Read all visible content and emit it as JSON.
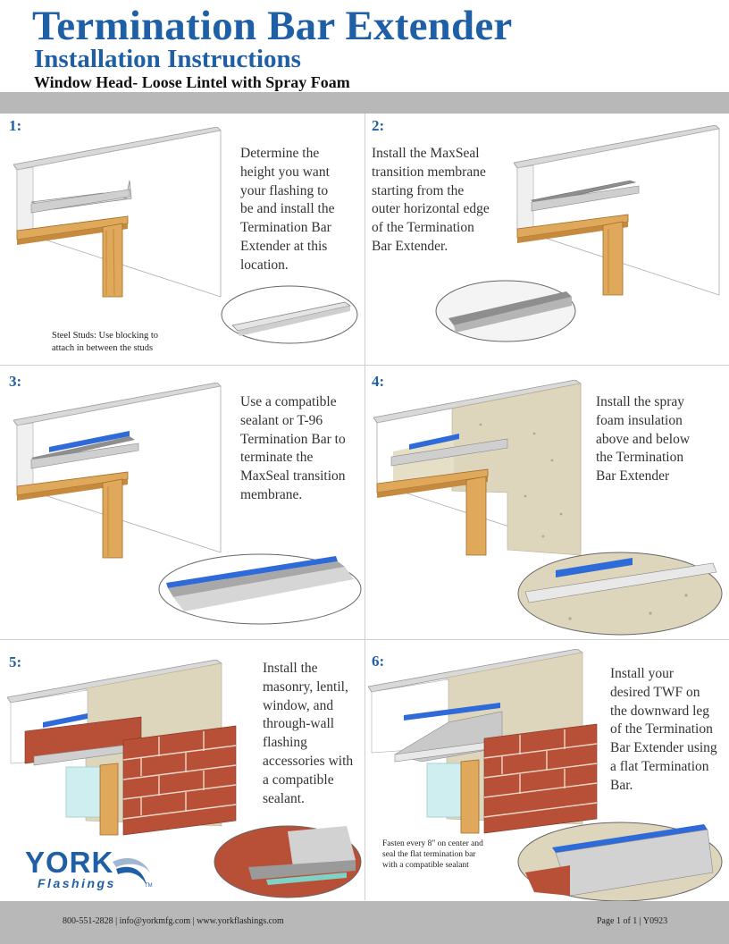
{
  "header": {
    "title": "Termination Bar Extender",
    "subtitle": "Installation Instructions",
    "description": "Window Head- Loose Lintel with Spray Foam"
  },
  "steps": [
    {
      "number": "1:",
      "lines": [
        "Determine the",
        "height you want",
        "your flashing to",
        "be and install the",
        "Termination Bar",
        "Extender at this",
        "location."
      ],
      "note": [
        "Steel Studs: Use blocking to",
        "attach in between the studs"
      ]
    },
    {
      "number": "2:",
      "lines": [
        "Install the MaxSeal",
        "transition membrane",
        "starting from the",
        "outer horizontal edge",
        "of the Termination",
        "Bar Extender."
      ]
    },
    {
      "number": "3:",
      "lines": [
        "Use a compatible",
        "sealant or T-96",
        "Termination Bar to",
        "terminate the",
        "MaxSeal transition",
        "membrane."
      ]
    },
    {
      "number": "4:",
      "lines": [
        "Install the spray",
        "foam insulation",
        "above and below",
        "the Termination",
        "Bar Extender"
      ]
    },
    {
      "number": "5:",
      "lines": [
        "Install the",
        "masonry, lentil,",
        "window, and",
        "through-wall",
        "flashing",
        "accessories with",
        "a compatible",
        "sealant."
      ]
    },
    {
      "number": "6:",
      "lines": [
        "Install your",
        "desired TWF on",
        "the downward leg",
        "of the Termination",
        "Bar Extender using",
        "a flat Termination",
        "Bar."
      ],
      "note": [
        "Fasten every 8\" on center and",
        "seal the flat termination bar",
        "with a compatible sealant"
      ]
    }
  ],
  "logo": {
    "name": "YORK",
    "tagline": "Flashings",
    "tm": "TM"
  },
  "footer": {
    "contact": "800-551-2828  |  info@yorkmfg.com  |  www.yorkflashings.com",
    "page": "Page 1 of 1   |   Y0923"
  },
  "colors": {
    "brand_blue": "#1f5fa6",
    "band_gray": "#b8b8b8",
    "wood": "#e0a85a",
    "brick": "#b85038",
    "foam": "#ddd6bd",
    "membrane": "#8e8e8e",
    "termination_bar": "#2f6bd8"
  }
}
